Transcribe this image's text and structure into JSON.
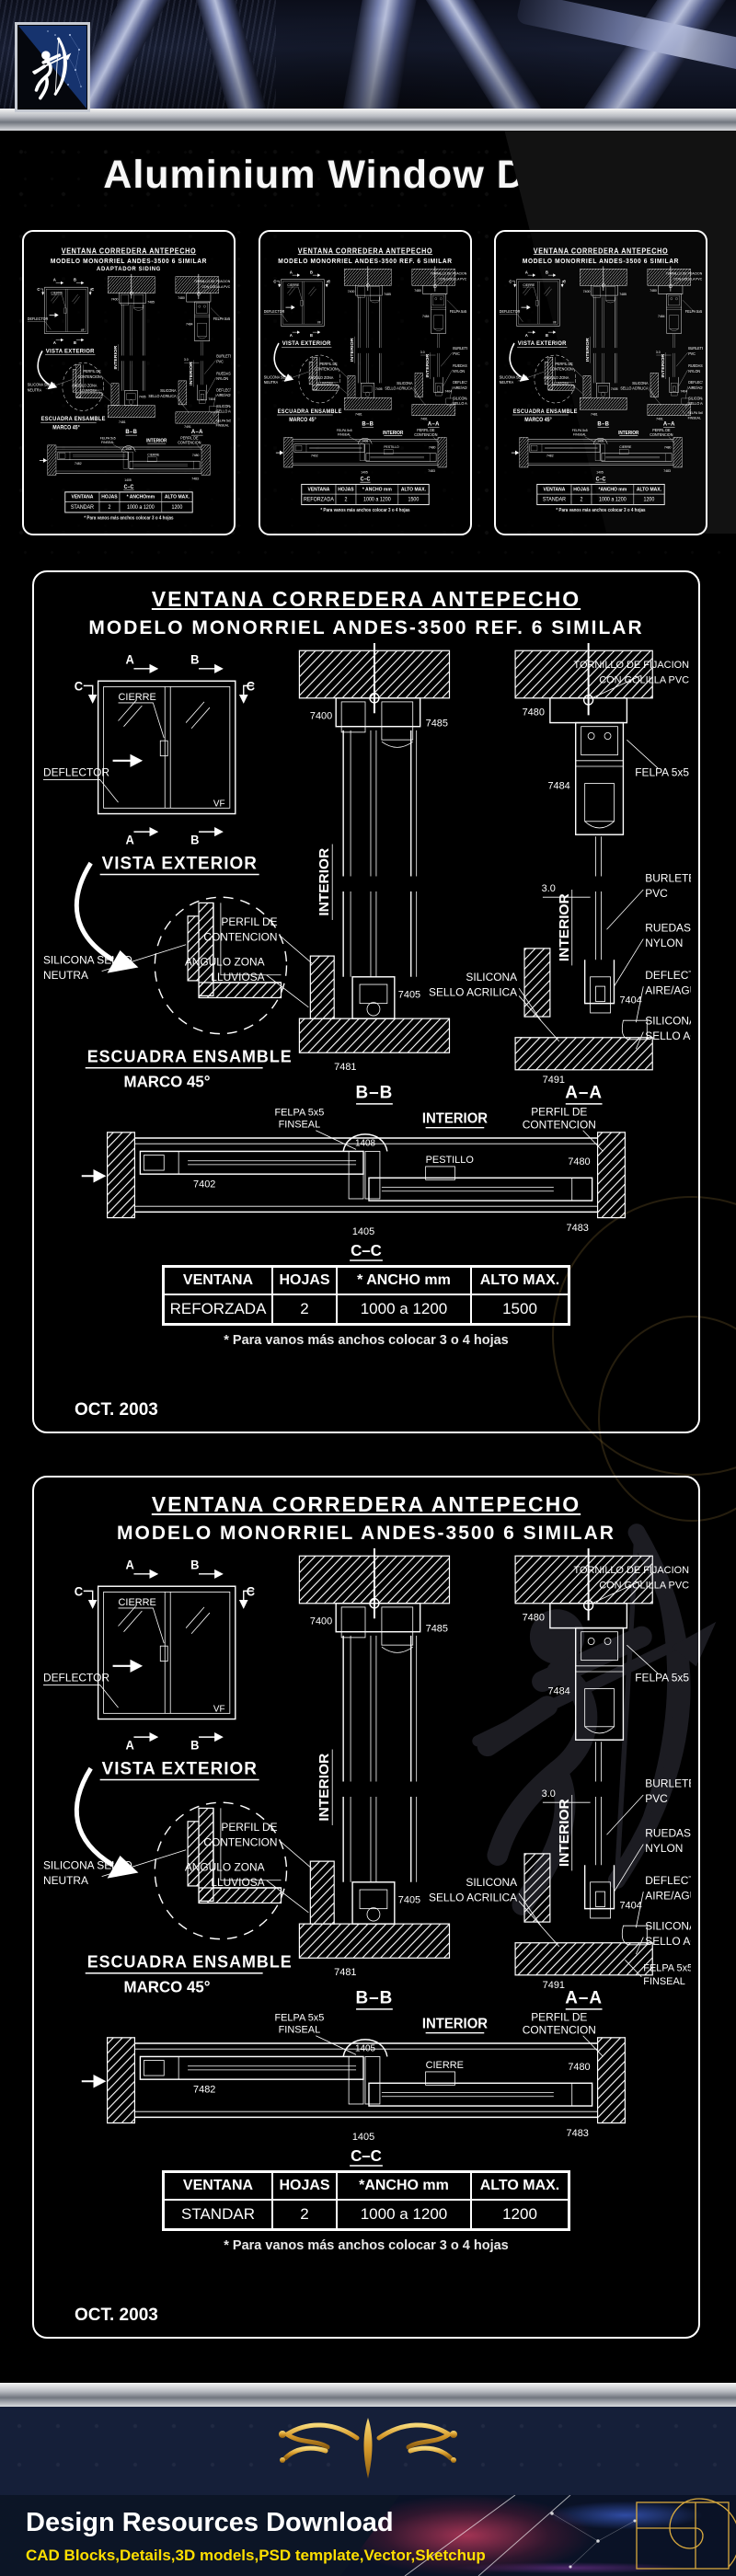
{
  "header": {
    "title": "Aluminium Window Details"
  },
  "icons": {
    "logo": "archer-logo",
    "divider": "silver-metal-bar",
    "ornament": "gold-flourish",
    "spiral": "golden-spiral",
    "watermark": "archer-watermark"
  },
  "colors": {
    "background": "#000000",
    "cad_line": "#ffffff",
    "accent_gold": "#d9a93f",
    "footer_bg": "#0c1526",
    "footer_subtitle": "#ffdf00",
    "steel_blue": "#8a94c0"
  },
  "shared_labels": {
    "a": "A",
    "b": "B",
    "c": "C",
    "vf": "VF",
    "cierre": "CIERRE",
    "deflector": "DEFLECTOR",
    "vista_exterior": "VISTA EXTERIOR",
    "silicona_neutra1": "SILICONA SELLO",
    "silicona_neutra2": "NEUTRA",
    "escuadra1": "ESCUADRA ENSAMBLE",
    "escuadra2": "MARCO 45°",
    "perfil1": "PERFIL DE",
    "perfil2": "CONTENCION",
    "angulo1": "ANGULO ZONA",
    "angulo2": "LLUVIOSA",
    "interior": "INTERIOR",
    "tornillo1": "TORNILLO DE FIJACION",
    "tornillo2": "CON GOLILLA PVC",
    "felpa": "FELPA 5x5",
    "burlete1": "BURLETE",
    "burlete2": "PVC",
    "ruedas1": "RUEDAS",
    "ruedas2": "NYLON",
    "deflector_aire1": "DEFLECTOR",
    "deflector_aire2": "AIRE/AGUA",
    "silicona_acr1": "SILICONA",
    "silicona_acr2": "SELLO ACRILICA",
    "finseal1": "FELPA 5x5",
    "finseal2": "FINSEAL",
    "sec_bb": "B–B",
    "sec_aa": "A–A",
    "sec_cc": "C–C",
    "dim30": "3.0",
    "ref_bb_top_l": "7400",
    "ref_bb_top_r": "7485",
    "ref_bb_low": "7405",
    "ref_bb_bot": "7481",
    "ref_aa_top": "7480",
    "ref_aa_mid": "7484",
    "ref_aa_low": "7404",
    "ref_aa_bot": "7491",
    "ref_cc_left": "7402",
    "ref_cc_center": "1408",
    "ref_cc_right": "7480",
    "ref_cc_bot": "1405",
    "ref_cc_br": "7483",
    "cc_latch": "PESTILLO"
  },
  "panels": [
    {
      "title1": "VENTANA CORREDERA ANTEPECHO",
      "title2": "MODELO MONORRIEL ANDES-3500 6 SIMILAR",
      "title3": "ADAPTADOR SIDING",
      "variant": "std",
      "labels": {
        "cc_latch": "CIERRE",
        "ref_cc_center": "1405",
        "ref_cc_left": "7482"
      },
      "table": {
        "headers": [
          "VENTANA",
          "HOJAS",
          "* ANCHOmm",
          "ALTO MAX."
        ],
        "row": [
          "STANDAR",
          "2",
          "1000 a 1200",
          "1200"
        ]
      },
      "footnote": "* Para vanos más anchos colocar 3 o 4 hojas",
      "date": "OCT. 2003"
    },
    {
      "title1": "VENTANA CORREDERA ANTEPECHO",
      "title2": "MODELO MONORRIEL ANDES-3500 REF. 6 SIMILAR",
      "variant": "ref",
      "labels": {},
      "table": {
        "headers": [
          "VENTANA",
          "HOJAS",
          "* ANCHO mm",
          "ALTO MAX."
        ],
        "row": [
          "REFORZADA",
          "2",
          "1000 a 1200",
          "1500"
        ]
      },
      "footnote": "* Para vanos más anchos colocar 3 o 4 hojas",
      "date": "OCT. 2003"
    },
    {
      "title1": "VENTANA CORREDERA ANTEPECHO",
      "title2": "MODELO MONORRIEL ANDES-3500 6 SIMILAR",
      "variant": "std",
      "labels": {
        "cc_latch": "CIERRE",
        "ref_cc_center": "1405",
        "ref_cc_left": "7482"
      },
      "table": {
        "headers": [
          "VENTANA",
          "HOJAS",
          "*ANCHO mm",
          "ALTO MAX."
        ],
        "row": [
          "STANDAR",
          "2",
          "1000 a 1200",
          "1200"
        ]
      },
      "footnote": "* Para vanos más anchos colocar 3 o 4 hojas",
      "date": "OCT. 2003"
    },
    {
      "title1": "VENTANA CORREDERA ANTEPECHO",
      "title2": "MODELO MONORRIEL ANDES-3500 REF. 6 SIMILAR",
      "variant": "ref",
      "labels": {},
      "table": {
        "headers": [
          "VENTANA",
          "HOJAS",
          "* ANCHO mm",
          "ALTO MAX."
        ],
        "row": [
          "REFORZADA",
          "2",
          "1000 a 1200",
          "1500"
        ]
      },
      "footnote": "* Para vanos más anchos colocar 3 o 4 hojas",
      "date": "OCT. 2003"
    },
    {
      "title1": "VENTANA CORREDERA ANTEPECHO",
      "title2": "MODELO MONORRIEL ANDES-3500 6 SIMILAR",
      "variant": "std",
      "labels": {
        "cc_latch": "CIERRE",
        "ref_cc_center": "1405",
        "ref_cc_left": "7482"
      },
      "table": {
        "headers": [
          "VENTANA",
          "HOJAS",
          "*ANCHO mm",
          "ALTO MAX."
        ],
        "row": [
          "STANDAR",
          "2",
          "1000 a 1200",
          "1200"
        ]
      },
      "footnote": "* Para vanos más anchos colocar 3 o 4 hojas",
      "date": "OCT. 2003"
    }
  ],
  "footer": {
    "title": "Design Resources Download",
    "subtitle": "CAD Blocks,Details,3D models,PSD template,Vector,Sketchup"
  }
}
